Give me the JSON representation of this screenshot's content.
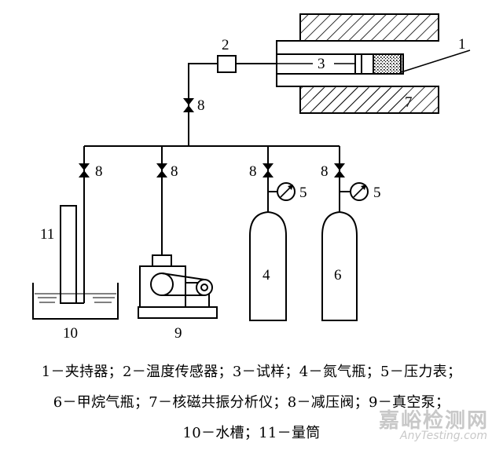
{
  "labels": {
    "holder": "1",
    "temp_sensor": "2",
    "sample": "3",
    "valve": "8",
    "gauge": "5",
    "nitrogen_cylinder": "4",
    "methane_cylinder": "6",
    "nmr_analyzer": "7",
    "vacuum_pump": "9",
    "water_tank": "10",
    "graduated_cylinder": "11"
  },
  "legend": {
    "line1": "1－夹持器；2－温度传感器；3－试样；4－氮气瓶；5－压力表；",
    "line2": "6－甲烷气瓶；7－核磁共振分析仪；8－减压阀；9－真空泵；",
    "line3": "10－水槽；11－量筒"
  },
  "watermark": {
    "cn": "嘉峪检测网",
    "en": "AnyTesting.com"
  }
}
